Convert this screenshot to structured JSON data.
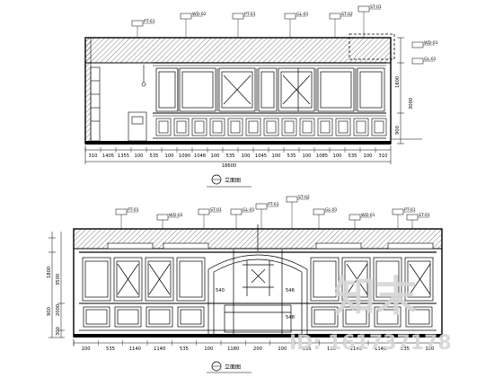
{
  "elevation_a": {
    "title": "立面图",
    "bottom_dims": [
      "310",
      "1405",
      "1355",
      "100",
      "535",
      "100",
      "1090",
      "1048",
      "100",
      "535",
      "100",
      "1045",
      "100",
      "535",
      "100",
      "1085",
      "100",
      "535",
      "100",
      "310"
    ],
    "total_width": "18600",
    "right_dims": [
      "1800",
      "3000",
      "900"
    ],
    "tags": [
      "PT-01",
      "WD-02",
      "PT-01",
      "GL-01",
      "ST-02",
      "ST-01",
      "WD-01",
      "GL-01"
    ]
  },
  "elevation_b": {
    "title": "立面图",
    "bottom_dims": [
      "100",
      "535",
      "1140",
      "1140",
      "535",
      "100",
      "1180",
      "200",
      "100",
      "535",
      "100",
      "1140",
      "1140",
      "535",
      "100"
    ],
    "left_dims": [
      "1800",
      "3500",
      "900",
      "2000",
      "300"
    ],
    "tags": [
      "PT-01",
      "WD-02",
      "ST-01",
      "GL-01",
      "PT-01",
      "ST-02",
      "GL-01",
      "WD-01",
      "PT-01",
      "ST-01"
    ],
    "callouts": [
      "540",
      "546",
      "548"
    ]
  },
  "watermark": {
    "brand": "知末",
    "id_text": "ID: 161737178"
  }
}
